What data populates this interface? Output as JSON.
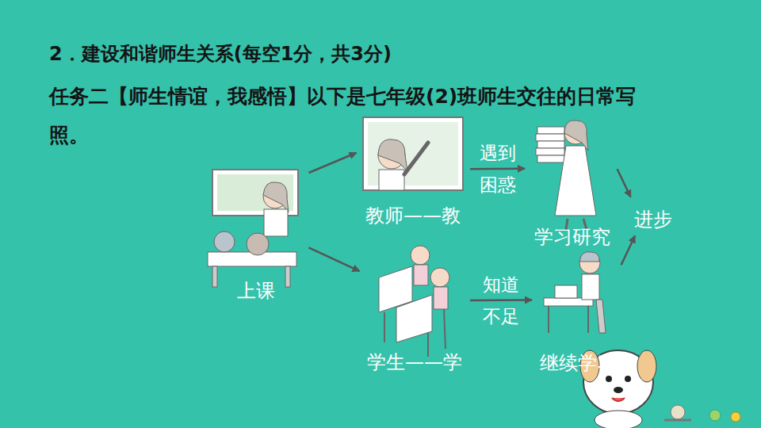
{
  "diagram": {
    "title": "2．建设和谐师生关系(每空1分，共3分)",
    "nodes": [
      {
        "text": [
          "上课"
        ]
      },
      {
        "text": [
          "教师——教"
        ]
      },
      {
        "text": [
          "学习研究"
        ]
      },
      {
        "text": [
          "学生——学"
        ]
      },
      {
        "text": [
          "继续学习"
        ]
      },
      {
        "text": [
          "进步"
        ]
      }
    ],
    "edges": [
      {
        "from": 0,
        "to": 1,
        "arrow": "to"
      },
      {
        "from": 0,
        "to": 3,
        "arrow": "to"
      },
      {
        "from": 1,
        "to": 2,
        "label": "遇到 困惑",
        "arrow": "to"
      },
      {
        "from": 3,
        "to": 4,
        "label": "知道 不足",
        "arrow": "to"
      },
      {
        "from": 2,
        "to": 5,
        "arrow": "to"
      },
      {
        "from": 4,
        "to": 5,
        "arrow": "to"
      }
    ],
    "labels": [
      "任务二【师生情谊，我感悟】以下是七年级(2)班师生交往的日常写照。"
    ]
  }
}
